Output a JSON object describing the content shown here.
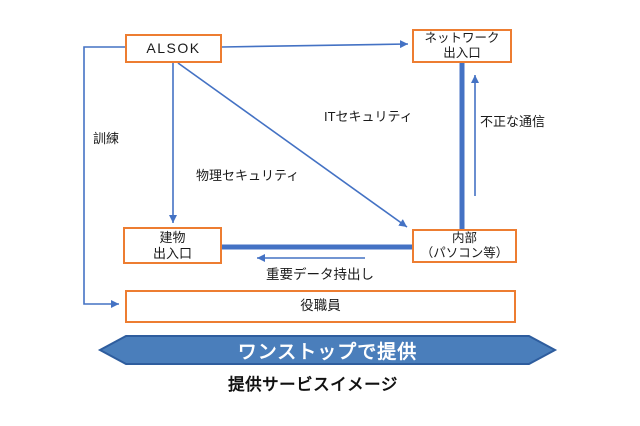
{
  "diagram": {
    "nodes": {
      "alsok": {
        "label": "ALSOK"
      },
      "network": {
        "line1": "ネットワーク",
        "line2": "出入口"
      },
      "building": {
        "line1": "建物",
        "line2": "出入口"
      },
      "internal": {
        "line1": "内部",
        "line2": "（パソコン等）"
      },
      "staff": {
        "label": "役職員"
      }
    },
    "edge_labels": {
      "training": "訓練",
      "physical_security": "物理セキュリティ",
      "it_security": "ITセキュリティ",
      "unauthorized_communication": "不正な通信",
      "important_data_removal": "重要データ持出し"
    },
    "banner": {
      "label": "ワンストップで提供"
    },
    "caption": "提供サービスイメージ",
    "colors": {
      "box_border": "#ED7D31",
      "connector_blue": "#4472C4",
      "banner_fill": "#4A7EBB",
      "banner_border": "#2E5D9E",
      "banner_text": "#FFFFFF"
    }
  }
}
